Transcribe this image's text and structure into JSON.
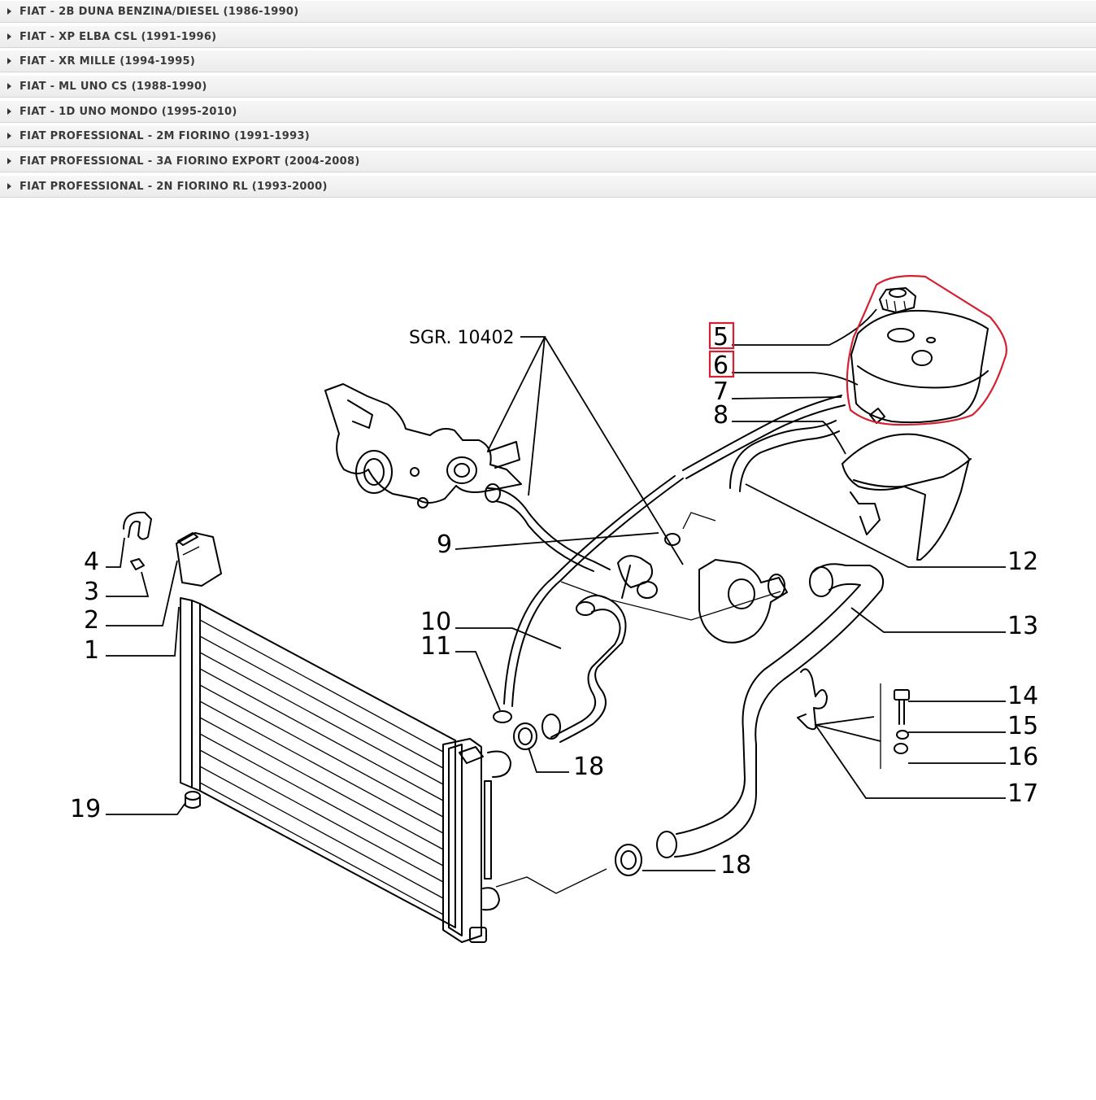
{
  "model_list": [
    {
      "label": "FIAT - 2B DUNA BENZINA/DIESEL (1986-1990)"
    },
    {
      "label": "FIAT - XP ELBA CSL (1991-1996)"
    },
    {
      "label": "FIAT - XR MILLE (1994-1995)"
    },
    {
      "label": "FIAT - ML UNO CS (1988-1990)"
    },
    {
      "label": "FIAT - 1D UNO MONDO (1995-2010)"
    },
    {
      "label": "FIAT PROFESSIONAL - 2M FIORINO (1991-1993)"
    },
    {
      "label": "FIAT PROFESSIONAL - 3A FIORINO EXPORT (2004-2008)"
    },
    {
      "label": "FIAT PROFESSIONAL - 2N FIORINO RL (1993-2000)"
    }
  ],
  "diagram": {
    "reference_label": "SGR. 10402",
    "callouts": {
      "c1": "1",
      "c2": "2",
      "c3": "3",
      "c4": "4",
      "c5": "5",
      "c6": "6",
      "c7": "7",
      "c8": "8",
      "c9": "9",
      "c10": "10",
      "c11": "11",
      "c12": "12",
      "c13": "13",
      "c14": "14",
      "c15": "15",
      "c16": "16",
      "c17": "17",
      "c18a": "18",
      "c18b": "18",
      "c19": "19"
    },
    "highlight_color": "#d42030"
  }
}
